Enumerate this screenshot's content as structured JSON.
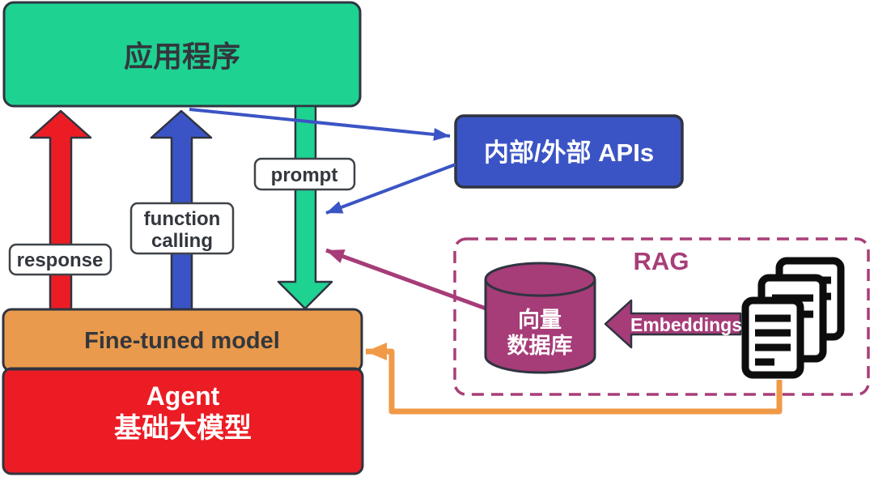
{
  "colors": {
    "green": "#1ED292",
    "blue": "#3B54C5",
    "red": "#EC1C24",
    "orange": "#E99A4C",
    "orange_line": "#F09A47",
    "magenta": "#A63C78",
    "magenta_border": "#A83E78",
    "outline": "#2F3440",
    "dark_text": "#33373D",
    "white": "#FFFFFF",
    "icon_black": "#0D0D0D"
  },
  "app_box": {
    "label": "应用程序"
  },
  "apis_box": {
    "label": "内部/外部 APIs"
  },
  "model_stack": {
    "finetuned_label": "Fine-tuned model",
    "agent_line1": "Agent",
    "agent_line2": "基础大模型"
  },
  "flow_labels": {
    "response": "response",
    "function_line1": "function",
    "function_line2": "calling",
    "prompt": "prompt"
  },
  "rag": {
    "title": "RAG",
    "vector_db_line1": "向量",
    "vector_db_line2": "数据库",
    "embeddings_label": "Embeddings",
    "db_icon": "database-cylinder-icon",
    "docs_icon": "document-stack-icon"
  }
}
